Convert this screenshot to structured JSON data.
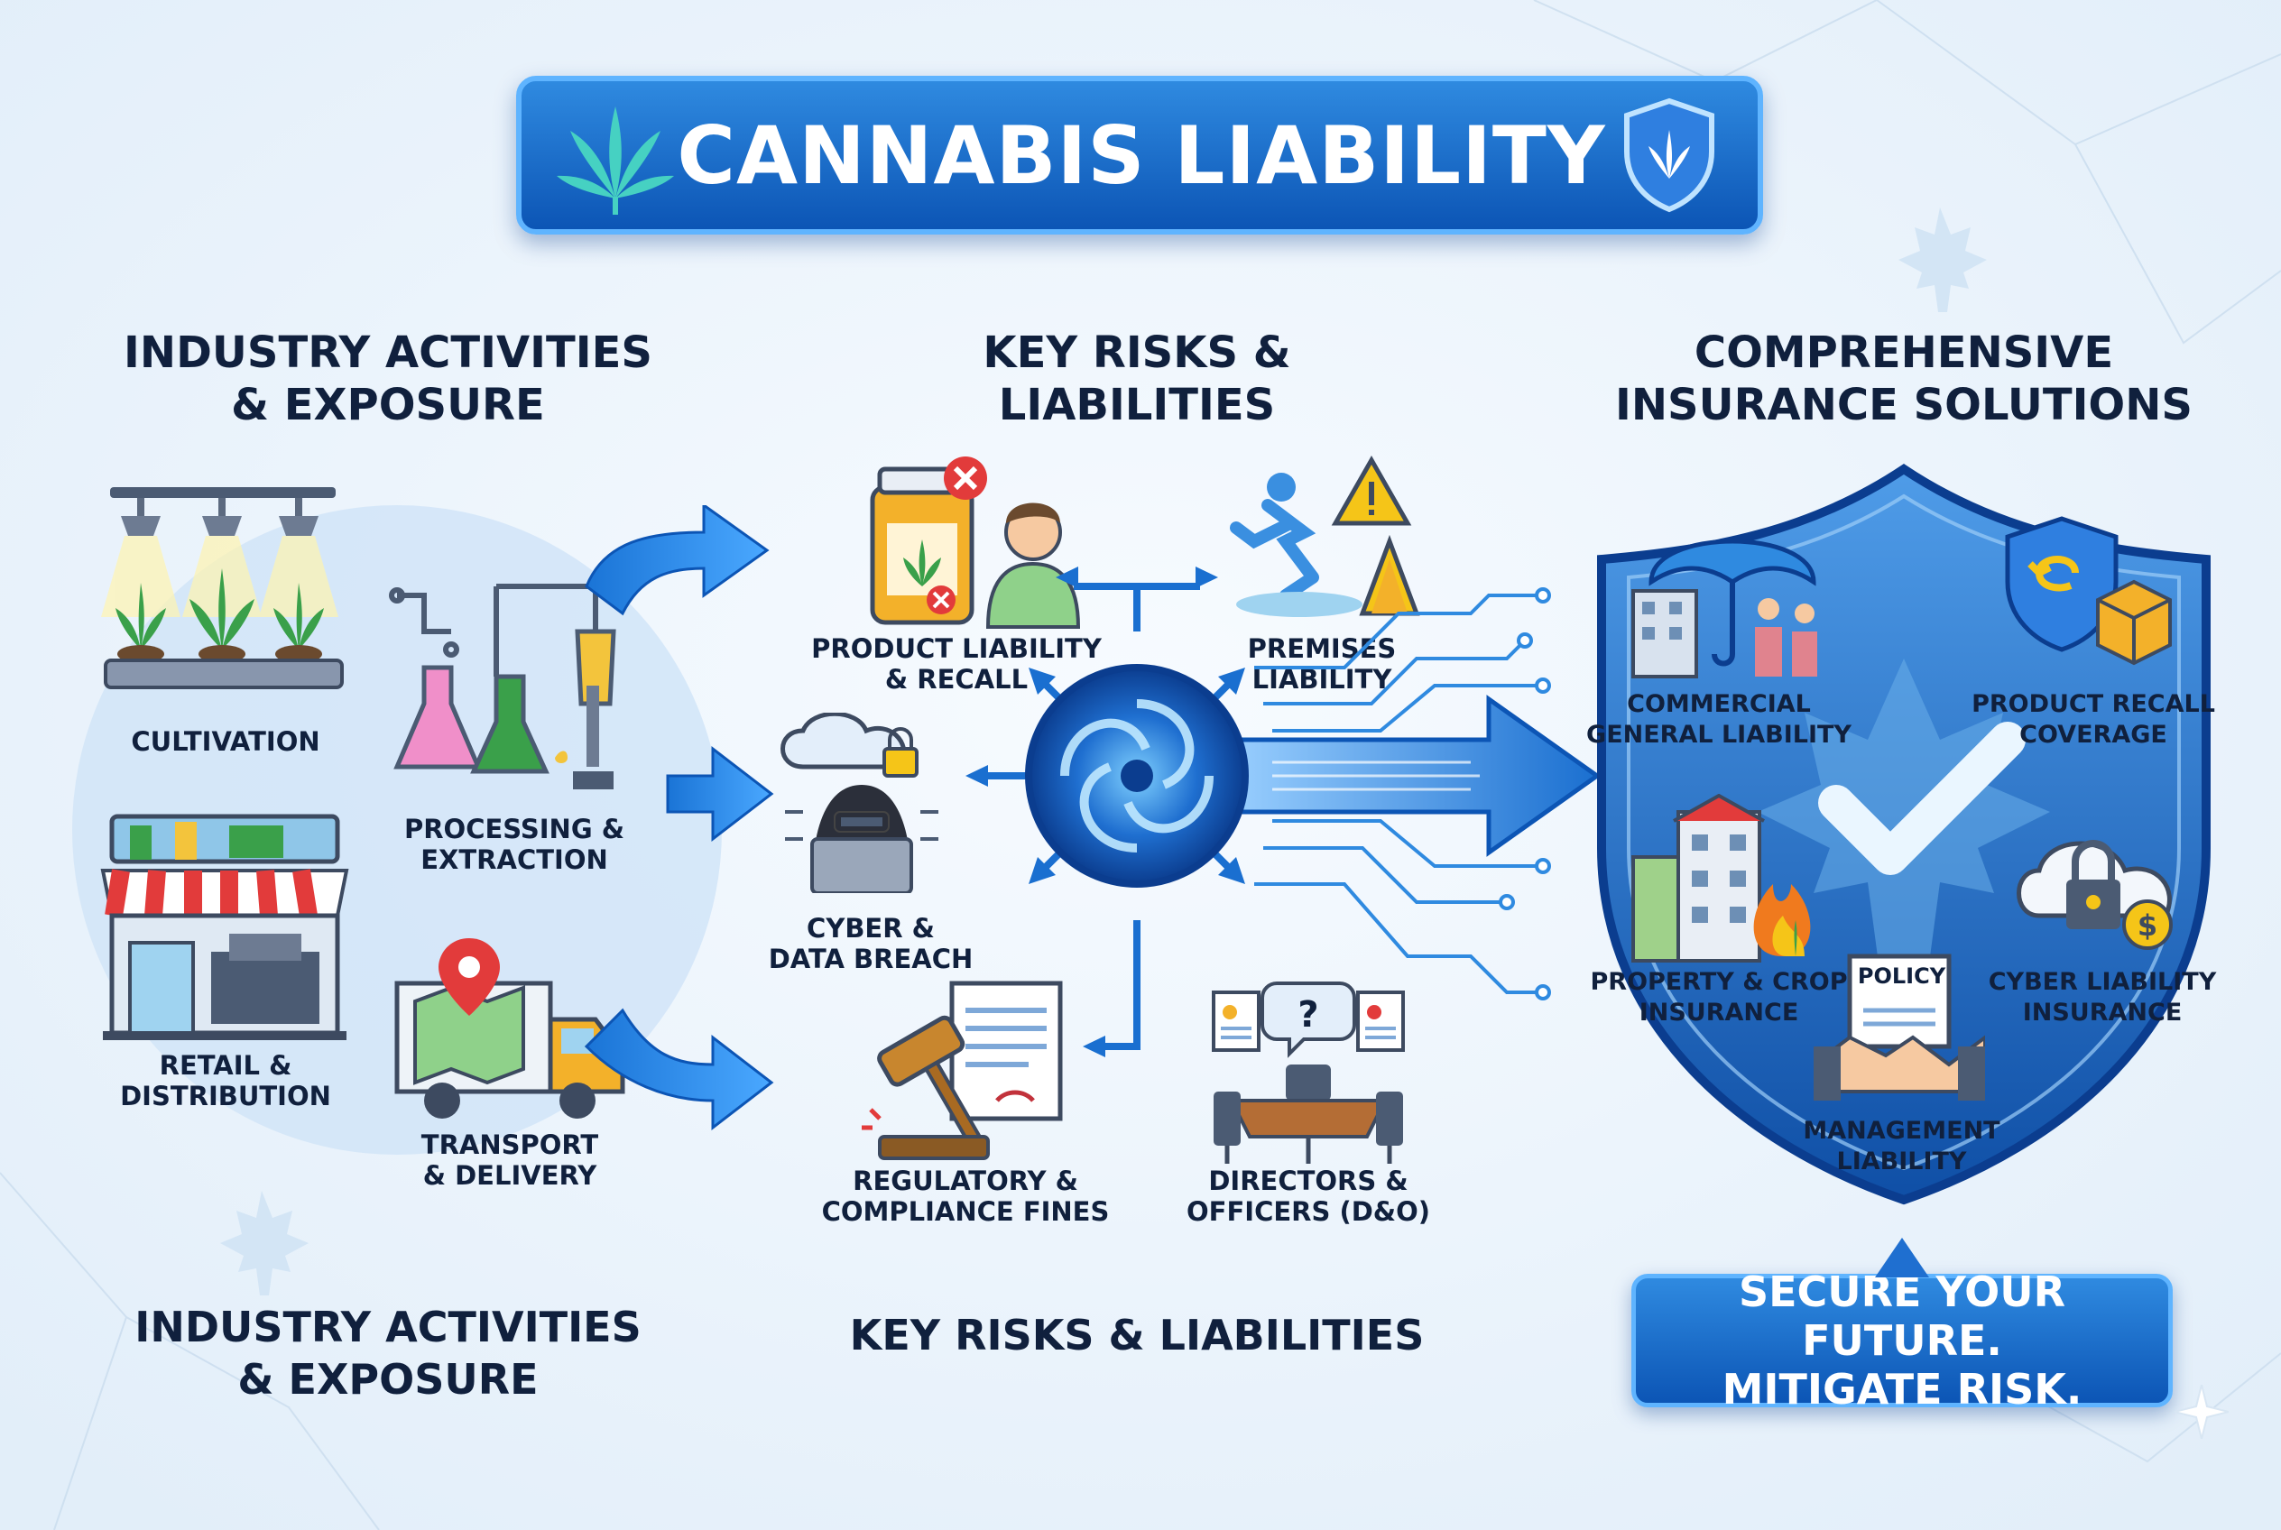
{
  "title": "CANNABIS LIABILITY",
  "columns": {
    "activities": {
      "heading": "INDUSTRY ACTIVITIES\n& EXPOSURE",
      "footer": "INDUSTRY ACTIVITIES\n& EXPOSURE"
    },
    "risks": {
      "heading": "KEY RISKS &\nLIABILITIES",
      "footer": "KEY RISKS & LIABILITIES"
    },
    "solutions": {
      "heading": "COMPREHENSIVE\nINSURANCE SOLUTIONS"
    }
  },
  "activities": {
    "cultivation": "CULTIVATION",
    "processing": "PROCESSING &\nEXTRACTION",
    "retail": "RETAIL &\nDISTRIBUTION",
    "transport": "TRANSPORT\n& DELIVERY"
  },
  "risks": {
    "product": "PRODUCT LIABILITY\n& RECALL",
    "premises": "PREMISES\nLIABILITY",
    "cyber": "CYBER &\nDATA BREACH",
    "regulatory": "REGULATORY &\nCOMPLIANCE FINES",
    "directors": "DIRECTORS &\nOFFICERS (D&O)"
  },
  "solutions": {
    "cgl": "COMMERCIAL\nGENERAL LIABILITY",
    "recall": "PRODUCT RECALL\nCOVERAGE",
    "property": "PROPERTY & CROP\nINSURANCE",
    "cyber": "CYBER LIABILITY\nINSURANCE",
    "policy": "POLICY",
    "management": "MANAGEMENT\nLIABILITY"
  },
  "cta": "SECURE YOUR FUTURE.\nMITIGATE RISK.",
  "colors": {
    "brand_blue": "#0c55b5",
    "accent_blue": "#2f8ae0",
    "heading_navy": "#10203d",
    "cannabis_green": "#3aa04a",
    "warning_yellow": "#f5c518",
    "alert_red": "#e23b3b"
  }
}
